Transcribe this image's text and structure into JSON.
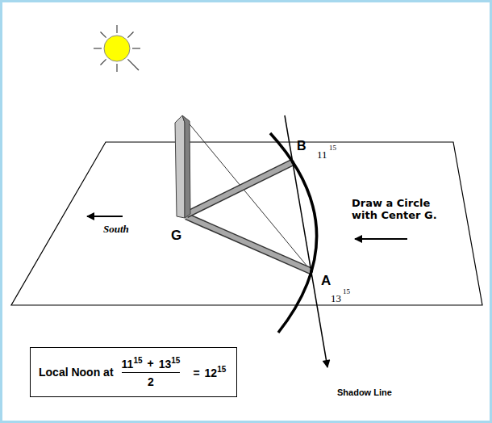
{
  "diagram": {
    "nodes": [
      {
        "text": [
          "Local Noon at",
          "11",
          "15",
          "+",
          "13",
          "15",
          "2",
          "=",
          "12",
          "15"
        ]
      }
    ],
    "labels": [
      "G",
      "B",
      "A",
      "11",
      "15",
      "13",
      "15",
      "South",
      "Draw a Circle with Center G.",
      "Shadow Line"
    ]
  }
}
